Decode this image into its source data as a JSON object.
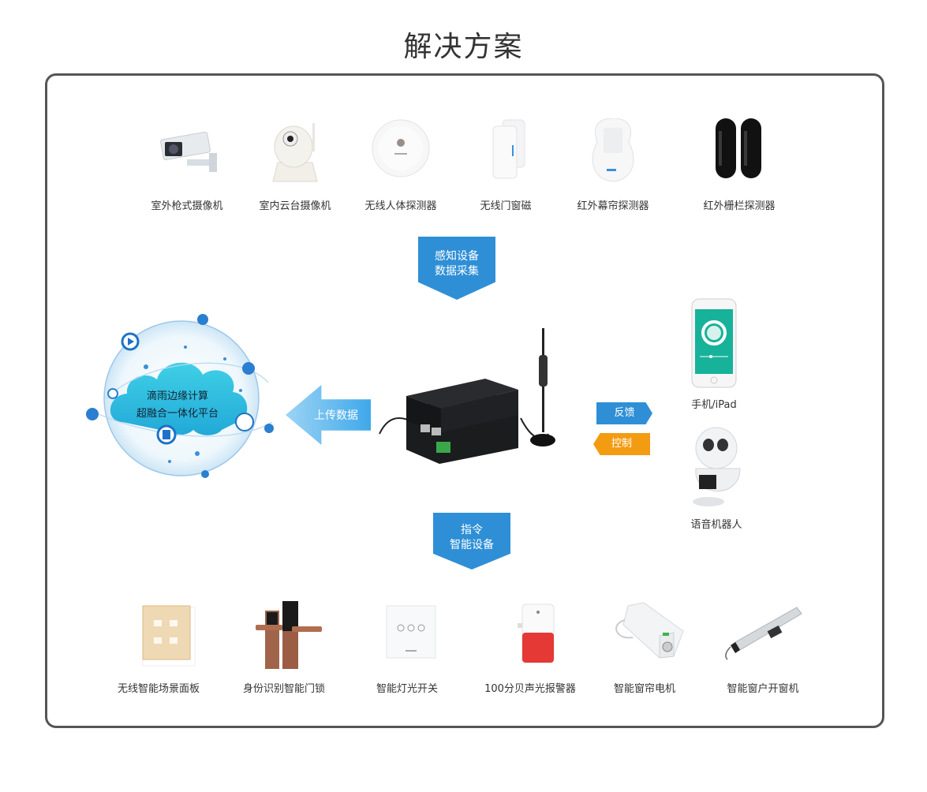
{
  "title": "解决方案",
  "sensing_devices": [
    {
      "label": "室外枪式摄像机",
      "icon": "bullet-camera-icon"
    },
    {
      "label": "室内云台摄像机",
      "icon": "ptz-camera-icon"
    },
    {
      "label": "无线人体探测器",
      "icon": "motion-sensor-icon"
    },
    {
      "label": "无线门窗磁",
      "icon": "door-sensor-icon"
    },
    {
      "label": "红外幕帘探测器",
      "icon": "curtain-detector-icon"
    },
    {
      "label": "红外栅栏探测器",
      "icon": "beam-detector-icon"
    }
  ],
  "flow_sense": {
    "line1": "感知设备",
    "line2": "数据采集"
  },
  "platform": {
    "line1": "滴雨边缘计算",
    "line2": "超融合一体化平台"
  },
  "upload": {
    "label": "上传数据"
  },
  "gateway": {
    "icon": "edge-gateway-icon"
  },
  "feedback": {
    "label": "反馈"
  },
  "control": {
    "label": "控制"
  },
  "terminals": [
    {
      "label": "手机/iPad",
      "icon": "smartphone-icon"
    },
    {
      "label": "语音机器人",
      "icon": "robot-icon"
    }
  ],
  "flow_command": {
    "line1": "指令",
    "line2": "智能设备"
  },
  "smart_devices": [
    {
      "label": "无线智能场景面板",
      "icon": "scene-panel-icon"
    },
    {
      "label": "身份识别智能门锁",
      "icon": "smart-lock-icon"
    },
    {
      "label": "智能灯光开关",
      "icon": "light-switch-icon"
    },
    {
      "label": "100分贝声光报警器",
      "icon": "siren-icon"
    },
    {
      "label": "智能窗帘电机",
      "icon": "curtain-motor-icon"
    },
    {
      "label": "智能窗户开窗机",
      "icon": "window-opener-icon"
    }
  ],
  "colors": {
    "blue": "#2f8fd6",
    "orange": "#f39c12",
    "frame": "#555555",
    "cloud": "#3cc3e0"
  }
}
